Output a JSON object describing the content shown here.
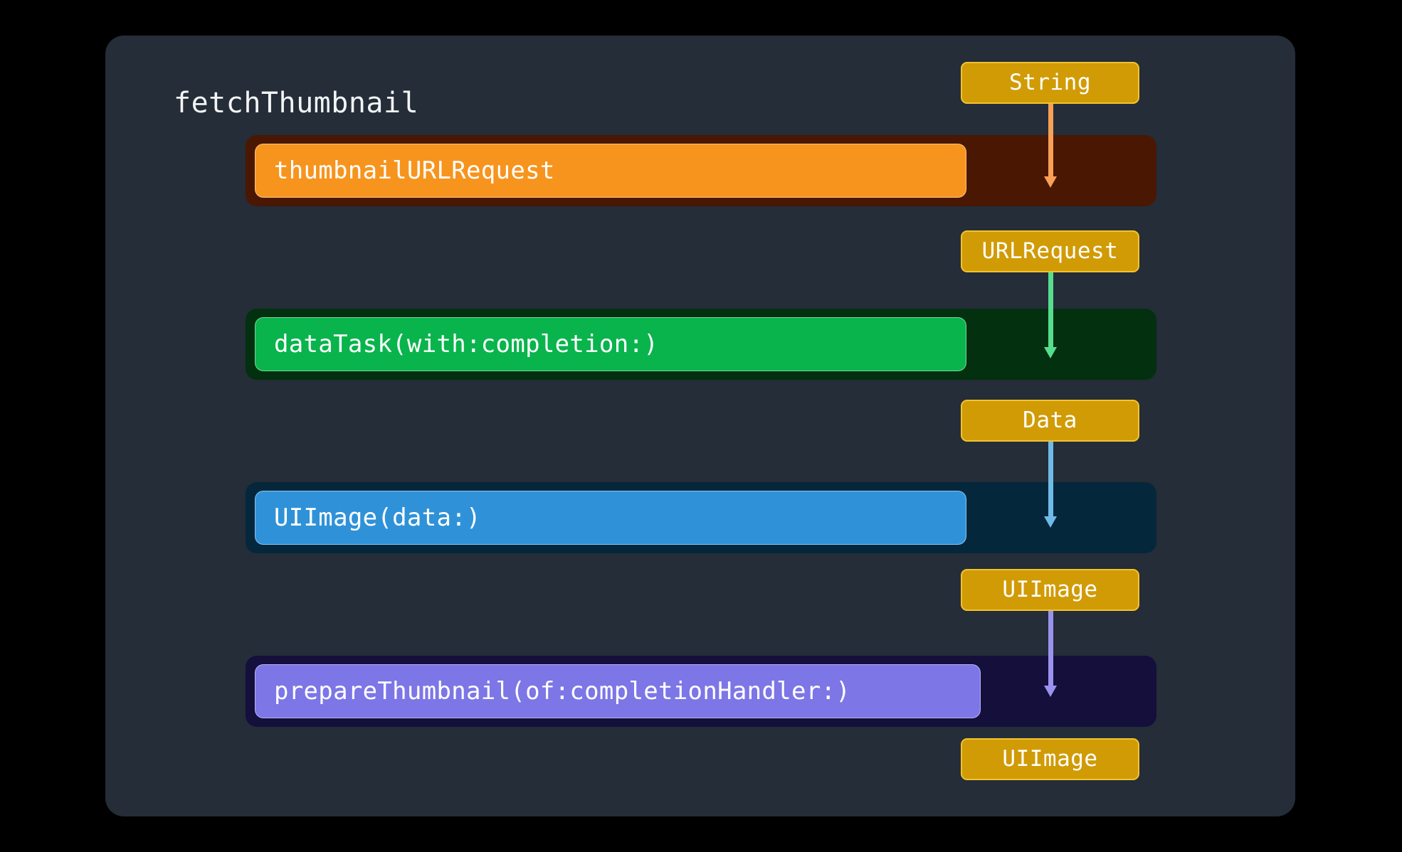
{
  "slide": {
    "background": "#000000",
    "card_background": "#242d38",
    "title": "fetchThumbnail"
  },
  "steps": [
    {
      "function_label": "thumbnailURLRequest",
      "bar_color": "#f7941e",
      "backdrop_color": "#4a1703",
      "output_type": "URLRequest",
      "arrow_color": "#f8a055"
    },
    {
      "function_label": "dataTask(with:completion:)",
      "bar_color": "#09b44c",
      "backdrop_color": "#03300f",
      "output_type": "Data",
      "arrow_color": "#56dd8e"
    },
    {
      "function_label": "UIImage(data:)",
      "bar_color": "#2f92d8",
      "backdrop_color": "#05273c",
      "output_type": "UIImage",
      "arrow_color": "#6fbbe8"
    },
    {
      "function_label": "prepareThumbnail(of:completionHandler:)",
      "bar_color": "#7d76e6",
      "backdrop_color": "#140f3b",
      "output_type": "UIImage",
      "arrow_color": "#9b92ef"
    }
  ],
  "input_type": "String",
  "pill": {
    "fill": "#d19b06",
    "border": "#f2c230",
    "text_color": "#ffffff"
  }
}
